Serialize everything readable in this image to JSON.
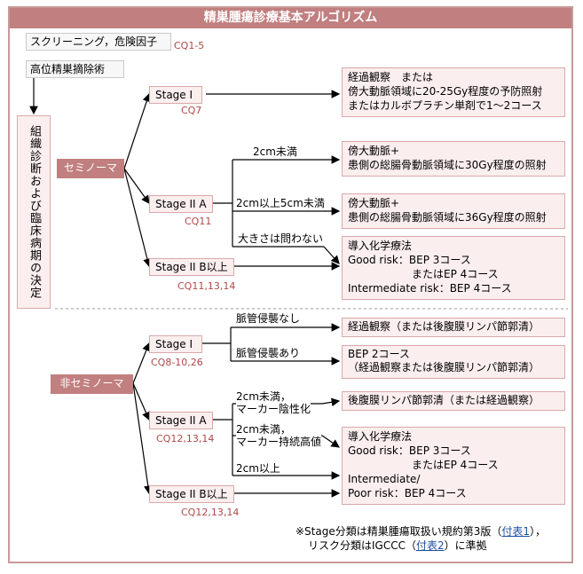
{
  "title": "精巣腫瘍診療基本アルゴリズム",
  "screening": "スクリーニング，危険因子",
  "screening_cq": "CQ1-5",
  "orchiectomy": "高位精巣摘除術",
  "diagnosis": "組織診断および臨床病期の決定",
  "seminoma": {
    "label": "セミノーマ",
    "stage1": {
      "label": "Stage I",
      "cq": "CQ7"
    },
    "stage2a": {
      "label": "Stage II A",
      "cq": "CQ11"
    },
    "stage2b": {
      "label": "Stage II B以上",
      "cq": "CQ11,13,14"
    },
    "cond_lt2": "2cm未満",
    "cond_2to5": "2cm以上5cm未満",
    "cond_any": "大きさは問わない",
    "res_stage1": "経過観察　または\n傍大動脈領域に20-25Gy程度の予防照射\nまたはカルボプラチン単剤で1～2コース",
    "res_30gy": "傍大動脈+\n患側の総腸骨動脈領域に30Gy程度の照射",
    "res_36gy": "傍大動脈+\n患側の総腸骨動脈領域に36Gy程度の照射",
    "res_chemo": "導入化学療法\nGood risk：BEP 3コース\n　　　　　　またはEP 4コース\nIntermediate risk：BEP 4コース"
  },
  "nonseminoma": {
    "label": "非セミノーマ",
    "stage1": {
      "label": "Stage I",
      "cq": "CQ8-10,26"
    },
    "stage2a": {
      "label": "Stage II A",
      "cq": "CQ12,13,14"
    },
    "stage2b": {
      "label": "Stage II B以上",
      "cq": "CQ12,13,14"
    },
    "cond_no_inv": "脈管侵襲なし",
    "cond_inv": "脈管侵襲あり",
    "cond_lt2_neg": "2cm未満，\nマーカー陰性化",
    "cond_lt2_high": "2cm未満，\nマーカー持続高値",
    "cond_ge2": "2cm以上",
    "res_obs": "経過観察（または後腹膜リンパ節郭清）",
    "res_bep2": "BEP 2コース\n（経過観察または後腹膜リンパ節郭清）",
    "res_rplnd": "後腹膜リンパ節郭清（または経過観察）",
    "res_chemo": "導入化学療法\nGood risk：BEP 3コース\n　　　　　　またはEP 4コース\nIntermediate/\nPoor risk：BEP 4コース"
  },
  "note": {
    "line1_pre": "※Stage分類は精巣腫瘍取扱い規約第3版（",
    "line1_link": "付表1",
    "line1_post": "），",
    "line2_pre": "リスク分類はIGCCC（",
    "line2_link": "付表2",
    "line2_post": "）に準拠"
  }
}
